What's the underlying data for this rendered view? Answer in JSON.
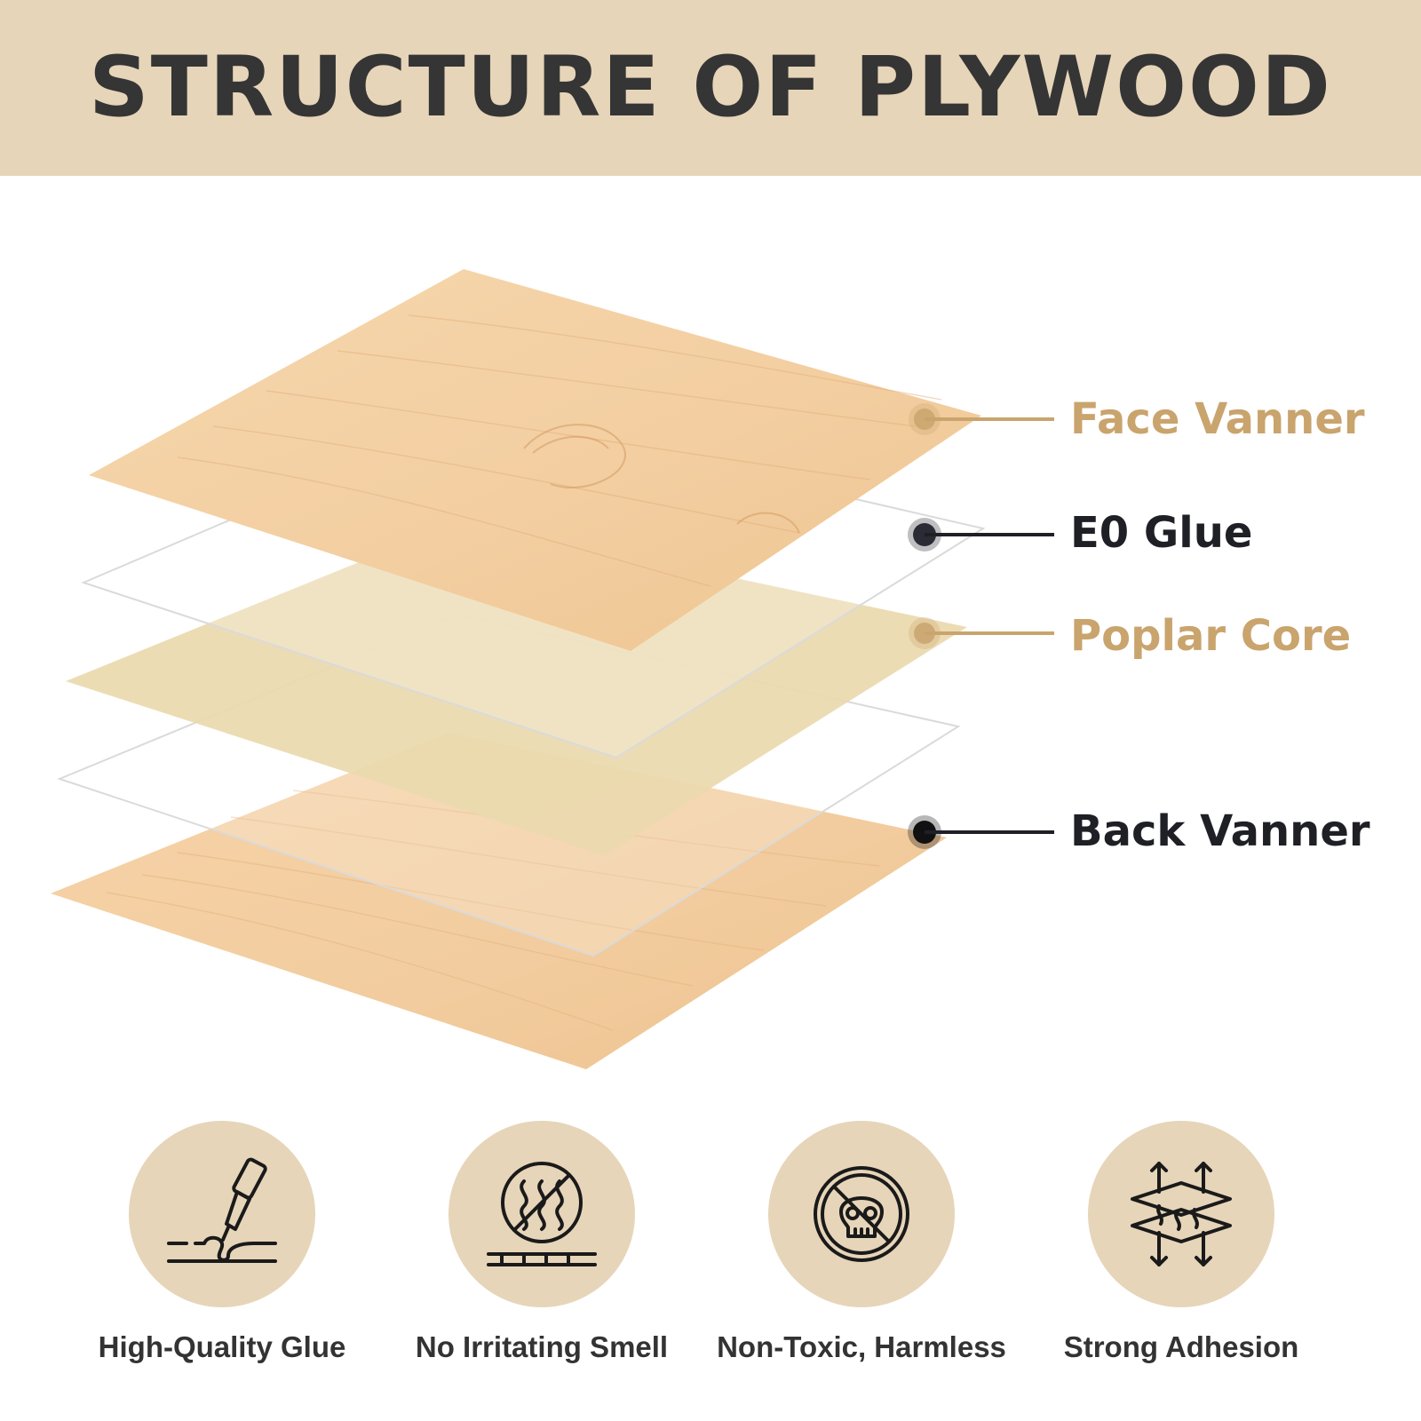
{
  "header": {
    "title": "STRUCTURE OF PLYWOOD"
  },
  "layers": [
    {
      "id": "face",
      "label": "Face Vanner",
      "tone": "tan"
    },
    {
      "id": "glue",
      "label": "E0 Glue",
      "tone": "dark"
    },
    {
      "id": "core",
      "label": "Poplar Core",
      "tone": "tan"
    },
    {
      "id": "back",
      "label": "Back Vanner",
      "tone": "dark"
    }
  ],
  "features": [
    {
      "label": "High-Quality Glue",
      "icon": "glue-tube-icon"
    },
    {
      "label": "No Irritating Smell",
      "icon": "no-smell-icon"
    },
    {
      "label": "Non-Toxic, Harmless",
      "icon": "no-toxic-skull-icon"
    },
    {
      "label": "Strong Adhesion",
      "icon": "adhesion-arrows-icon"
    }
  ],
  "colors": {
    "banner": "#e6d5b9",
    "title": "#353535",
    "veneer": "#f3cfa2",
    "core": "#ebd9ae",
    "label_tan": "#c9a46d",
    "label_dark": "#1f1f26",
    "icon_circle": "#e6d5b9"
  }
}
